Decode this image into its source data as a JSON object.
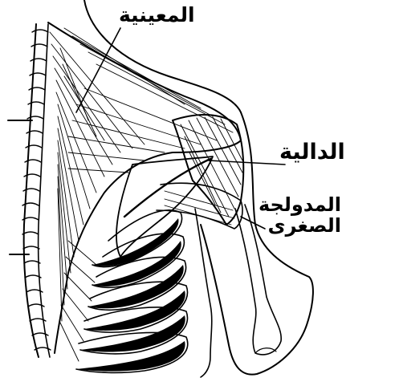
{
  "labels": {
    "trapezius": "المعينية",
    "deltoid": "الدالية",
    "teres_minor_line1": "المدولجة",
    "teres_minor_line2": "الصغرى"
  },
  "colors": {
    "ink": "#000000",
    "paper": "#ffffff"
  }
}
